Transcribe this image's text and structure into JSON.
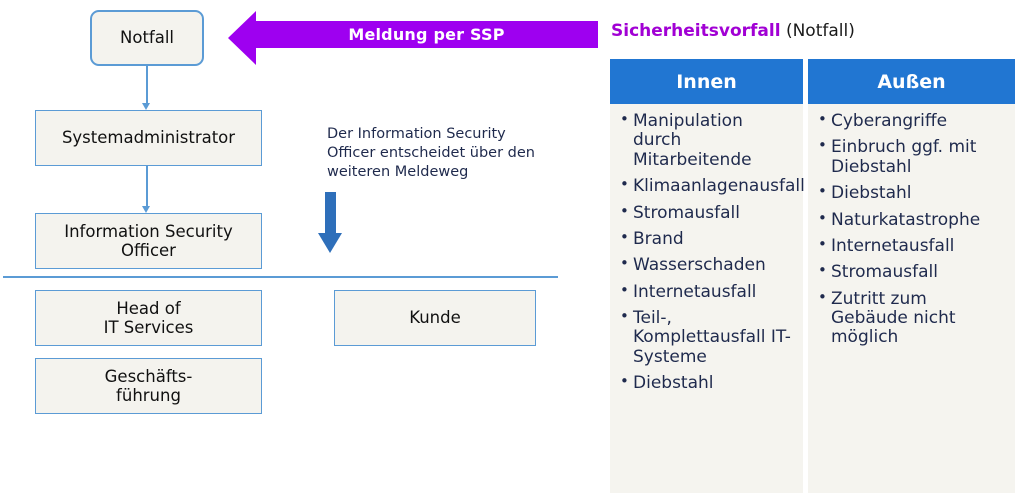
{
  "flow": {
    "nodes": [
      {
        "id": "notfall",
        "label": "Notfall"
      },
      {
        "id": "systemadministrator",
        "label": "Systemadministrator"
      },
      {
        "id": "information-security-officer",
        "label": "Information Security\nOfficer"
      },
      {
        "id": "head-of-it-services",
        "label": "Head of\nIT Services"
      },
      {
        "id": "geschaeftsfuehrung",
        "label": "Geschäfts-\nführung"
      },
      {
        "id": "kunde",
        "label": "Kunde"
      }
    ],
    "note": "Der Information Security\nOfficer entscheidet über den\nweiteren Meldeweg",
    "banner_label": "Meldung per SSP"
  },
  "right": {
    "heading_strong": "Sicherheitsvorfall",
    "heading_plain": "(Notfall)",
    "table": {
      "columns": [
        {
          "header": "Innen",
          "items": [
            "Manipulation durch Mitarbeitende",
            "Klimaanlagenausfall",
            "Stromausfall",
            "Brand",
            "Wasserschaden",
            "Internetausfall",
            "Teil-, Komplettausfall IT-Systeme",
            "Diebstahl"
          ]
        },
        {
          "header": "Außen",
          "items": [
            "Cyberangriffe",
            "Einbruch ggf. mit Diebstahl",
            "Diebstahl",
            "Naturkatastrophe",
            "Internetausfall",
            "Stromausfall",
            "Zutritt zum Gebäude nicht möglich"
          ]
        }
      ]
    }
  },
  "colors": {
    "banner_purple": "#9e00f0",
    "heading_purple": "#a100d4",
    "table_header_blue": "#2176d2",
    "node_border_blue": "#5b9bd5",
    "node_fill": "#f4f3ee",
    "table_body_fill": "#f5f4ef",
    "text_navy": "#1f2a4d"
  }
}
